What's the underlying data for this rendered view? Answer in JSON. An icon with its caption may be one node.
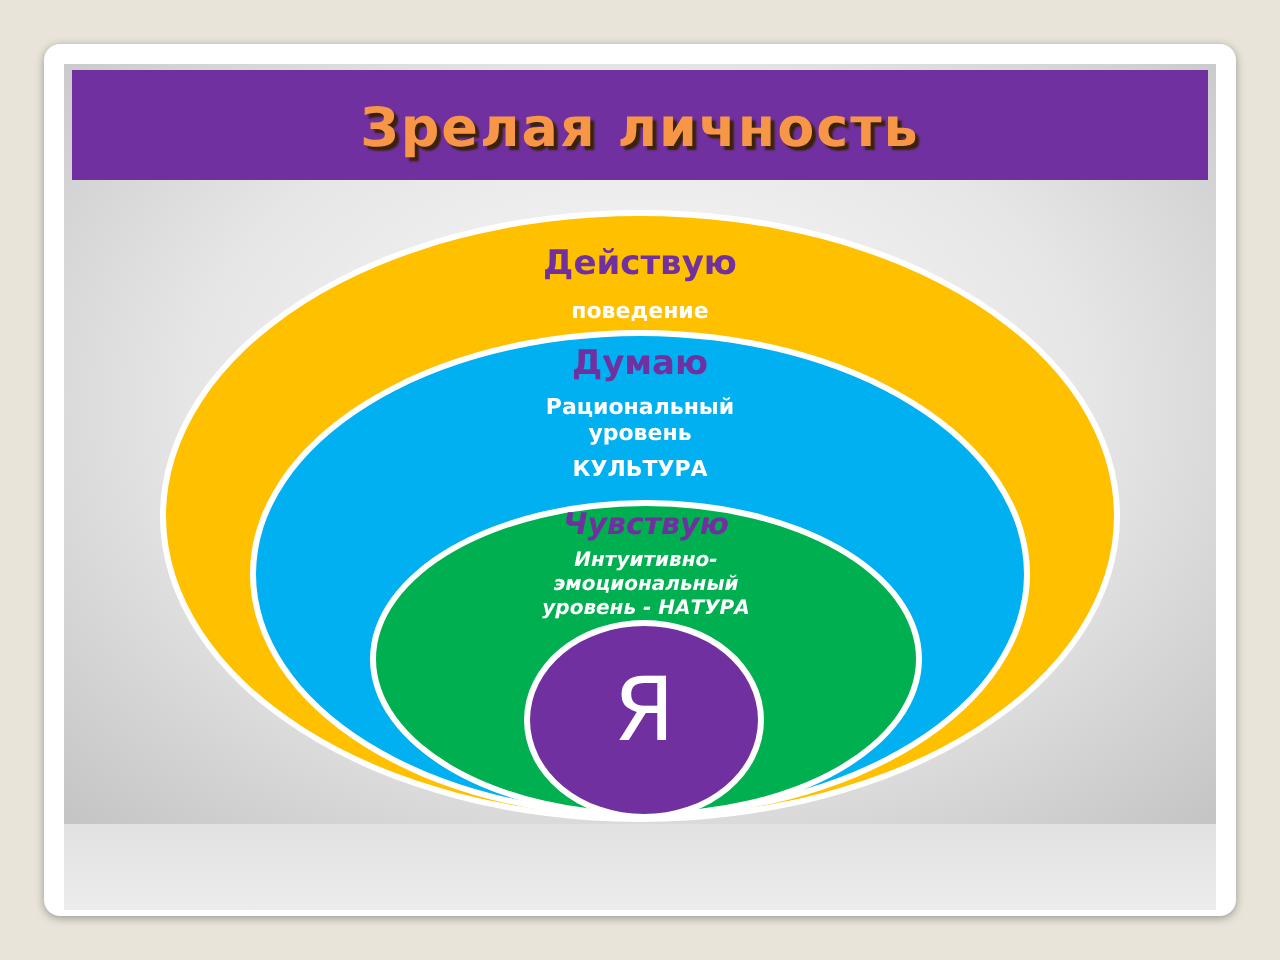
{
  "diagram": {
    "title": "Зрелая личность",
    "nodes": [
      {
        "text": [
          "Действую",
          "поведение"
        ]
      },
      {
        "text": [
          "Думаю",
          "Рациональный уровень",
          "КУЛЬТУРА"
        ],
        "in": 0
      },
      {
        "text": [
          "Чувствую",
          "Интуитивно-эмоциональный уровень - НАТУРА"
        ],
        "in": 1
      },
      {
        "text": [
          "Я"
        ],
        "in": 2
      }
    ]
  }
}
